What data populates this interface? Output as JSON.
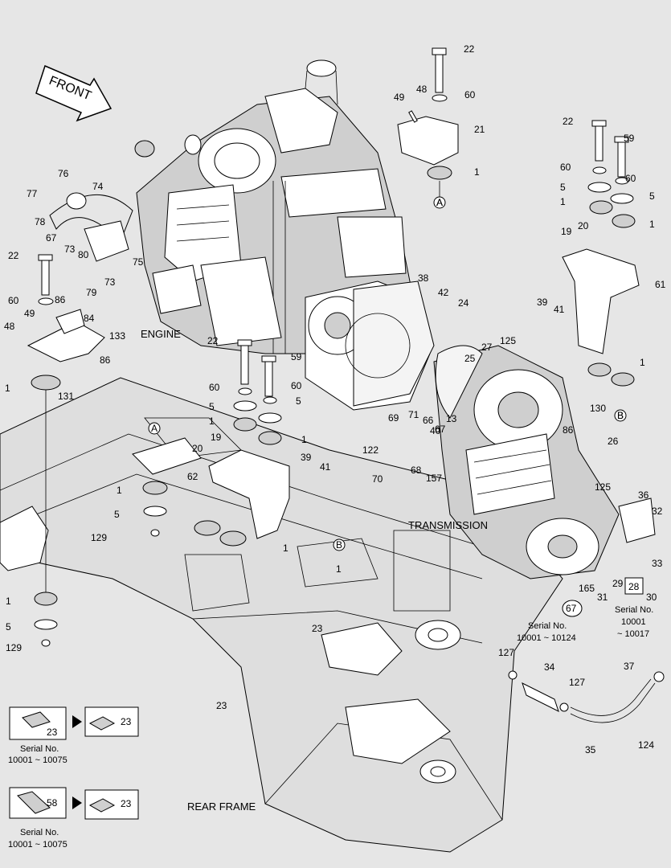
{
  "front_label": "FRONT",
  "sections": {
    "engine": "ENGINE",
    "transmission": "TRANSMISSION",
    "rear_frame": "REAR FRAME"
  },
  "callouts": {
    "A": "A",
    "B": "B",
    "p67": "67",
    "p28": "28"
  },
  "serials": {
    "s1": {
      "title": "Serial No.",
      "range": "10001 ~ 10124"
    },
    "s2": {
      "title": "Serial No.",
      "line2": "10001",
      "line3": "~ 10017"
    },
    "s3": {
      "title": "Serial No.",
      "range": "10001 ~ 10075"
    },
    "s4": {
      "title": "Serial No.",
      "range": "10001 ~ 10075"
    }
  },
  "inset": {
    "i1_from": "23",
    "i1_to": "23",
    "i2_from": "58",
    "i2_to": "23"
  },
  "labels": [
    "22",
    "48",
    "60",
    "49",
    "21",
    "1",
    "A",
    "22",
    "59",
    "60",
    "60",
    "5",
    "5",
    "1",
    "1",
    "19",
    "20",
    "61",
    "39",
    "41",
    "1",
    "B",
    "130",
    "76",
    "74",
    "77",
    "78",
    "67",
    "73",
    "80",
    "75",
    "79",
    "73",
    "22",
    "60",
    "49",
    "86",
    "84",
    "48",
    "133",
    "86",
    "131",
    "1",
    "38",
    "42",
    "24",
    "22",
    "59",
    "60",
    "60",
    "5",
    "5",
    "1",
    "1",
    "20",
    "19",
    "62",
    "39",
    "41",
    "25",
    "27",
    "125",
    "26",
    "86",
    "40",
    "13",
    "69",
    "71",
    "66",
    "67",
    "122",
    "68",
    "157",
    "70",
    "1",
    "5",
    "129",
    "1",
    "1",
    "23",
    "23",
    "125",
    "36",
    "32",
    "33",
    "29",
    "30",
    "165",
    "31",
    "1",
    "5",
    "129",
    "127",
    "34",
    "127",
    "37",
    "35",
    "124"
  ],
  "icons": {
    "front_arrow": "front-arrow-icon",
    "inset_arrow": "triangle-right-icon"
  }
}
